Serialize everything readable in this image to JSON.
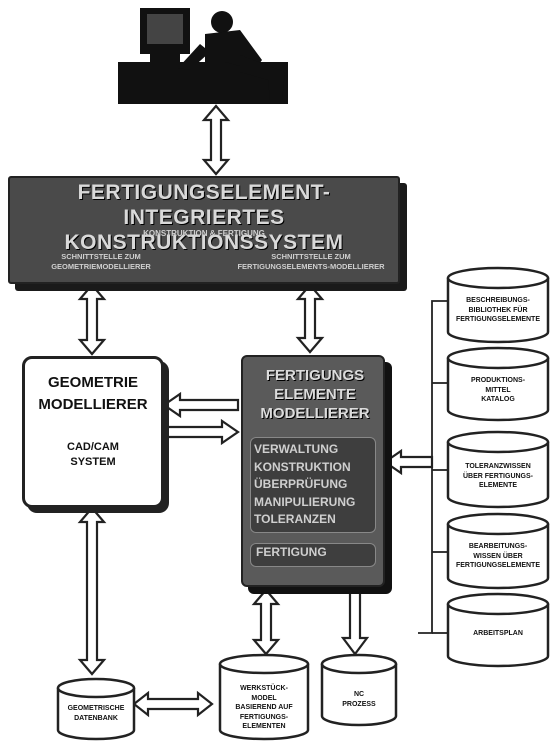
{
  "system": {
    "title_line1": "FERTIGUNGSELEMENT-INTEGRIERTES",
    "title_line2": "KONSTRUKTIONSSYSTEM",
    "subtitle": "KONSTRUKTION & FERTIGUNG",
    "interface_left_line1": "SCHNITTSTELLE ZUM",
    "interface_left_line2": "GEOMETRIEMODELLIERER",
    "interface_right_line1": "SCHNITTSTELLE ZUM",
    "interface_right_line2": "FERTIGUNGSELEMENTS-MODELLIERER"
  },
  "geometry_modeller": {
    "title_line1": "GEOMETRIE",
    "title_line2": "MODELLIERER",
    "sub_line1": "CAD/CAM",
    "sub_line2": "SYSTEM"
  },
  "feature_modeller": {
    "title_line1": "FERTIGUNGS",
    "title_line2": "ELEMENTE",
    "title_line3": "MODELLIERER",
    "functions": [
      "VERWALTUNG",
      "KONSTRUKTION",
      "ÜBERPRÜFUNG",
      "MANIPULIERUNG",
      "TOLERANZEN"
    ],
    "fertigung": "FERTIGUNG"
  },
  "right_databases": [
    {
      "lines": [
        "BESCHREIBUNGS-",
        "BIBLIOTHEK FÜR",
        "FERTIGUNGSELEMENTE"
      ]
    },
    {
      "lines": [
        "PRODUKTIONS-",
        "MITTEL",
        "KATALOG"
      ]
    },
    {
      "lines": [
        "TOLERANZWISSEN",
        "ÜBER FERTIGUNGS-",
        "ELEMENTE"
      ]
    },
    {
      "lines": [
        "BEARBEITUNGS-",
        "WISSEN ÜBER",
        "FERTIGUNGSELEMENTE"
      ]
    },
    {
      "lines": [
        "ARBEITSPLAN"
      ]
    }
  ],
  "bottom_databases": {
    "geometric_db": [
      "GEOMETRISCHE",
      "DATENBANK"
    ],
    "workpiece_model": [
      "WERKSTÜCK-",
      "MODEL",
      "BASIEREND AUF",
      "FERTIGUNGS-",
      "ELEMENTEN"
    ],
    "nc_process": [
      "NC",
      "PROZESS"
    ]
  }
}
